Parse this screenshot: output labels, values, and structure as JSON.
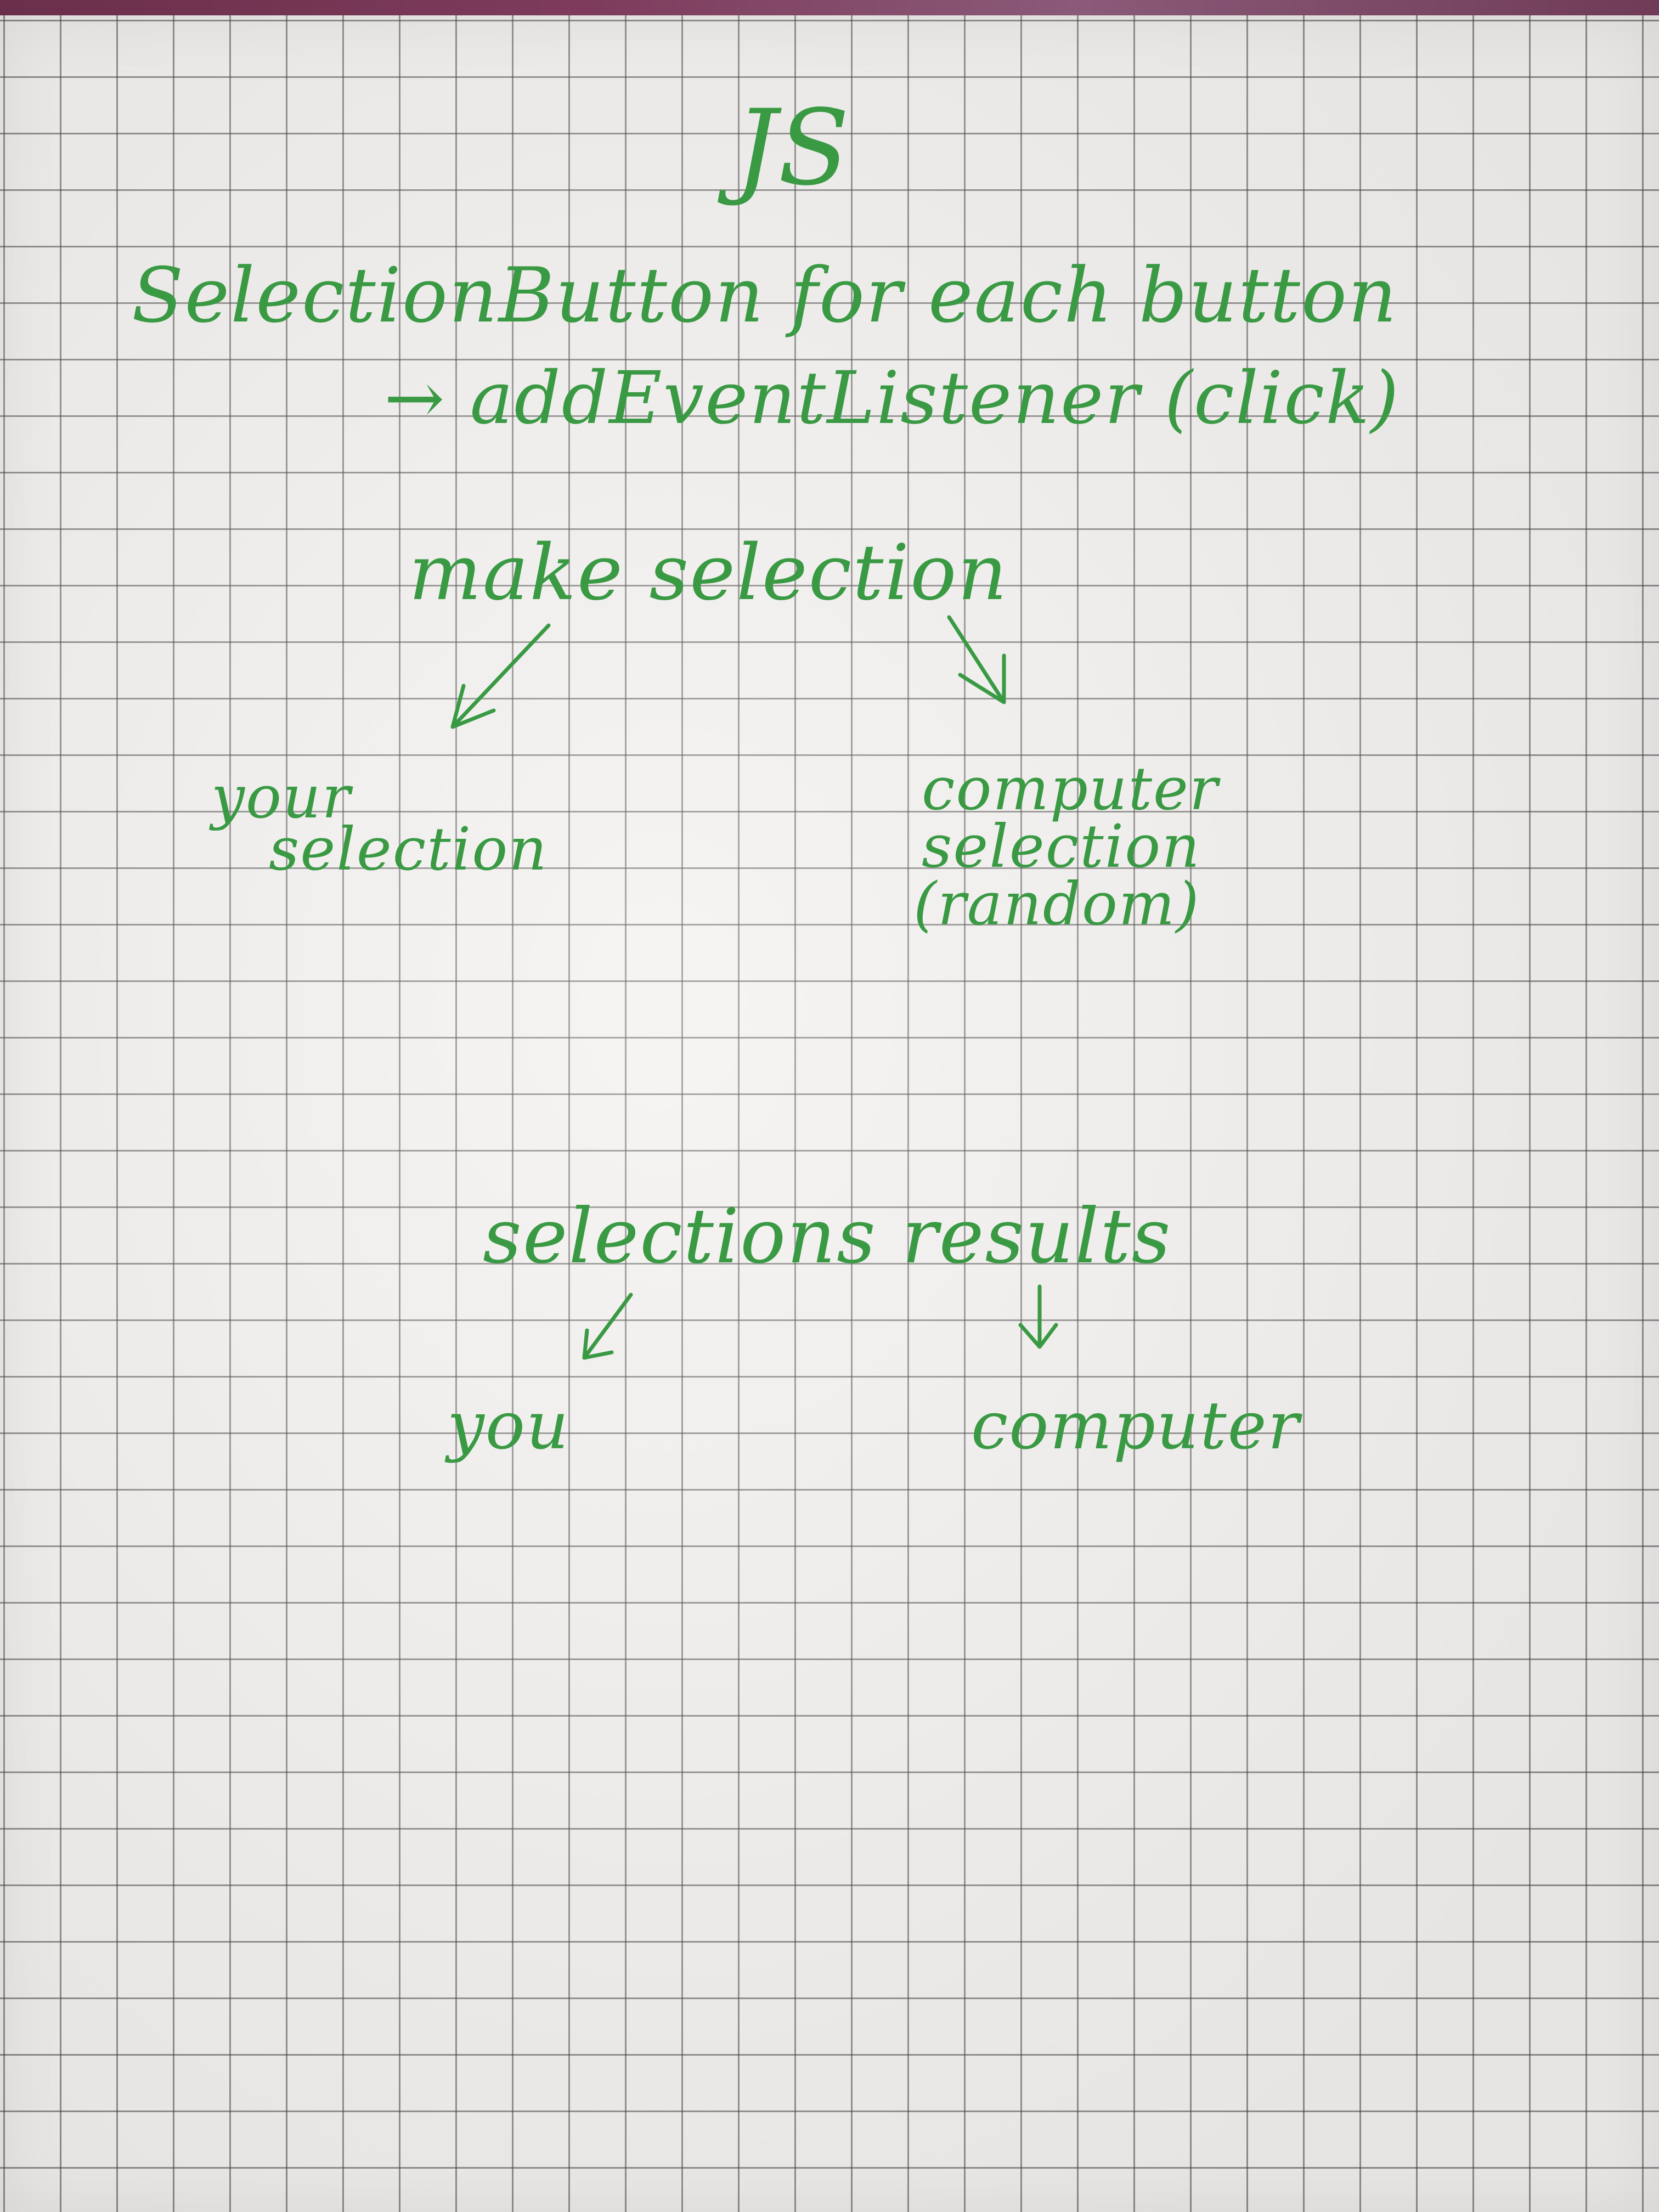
{
  "notes": {
    "title": "JS",
    "line1": "SelectionButton for each button",
    "line2": "→ addEventListener (click)",
    "make_selection": "make selection",
    "your_selection_line1": "your",
    "your_selection_line2": "selection",
    "computer_selection_line1": "computer",
    "computer_selection_line2": "selection",
    "computer_selection_line3": "(random)",
    "selections_results": "selections results",
    "you": "you",
    "computer": "computer"
  },
  "colors": {
    "ink": "#3a9a44",
    "grid": "#3c3c3c",
    "paper": "#f3f1ef"
  }
}
